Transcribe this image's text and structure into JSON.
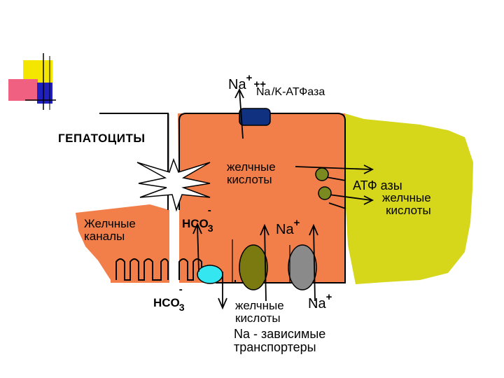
{
  "labels": {
    "hepatocytes": "ГЕПАТОЦИТЫ",
    "na_top": "Na",
    "plus": "+",
    "na_k_atpase_prefix": "Na",
    "na_k_atpase_suffix": "/K-АТФаза",
    "bile_acids_cell_1": "желчные",
    "bile_acids_cell_2": "кислоты",
    "atpases": "АТФ азы",
    "bile_acids_blood_1": "желчные",
    "bile_acids_blood_2": "кислоты",
    "bile_canals_1": "Желчные",
    "bile_canals_2": "каналы",
    "hco_cell": "HCO",
    "hco_out": "HCO",
    "minus": "-",
    "three": "3",
    "na_mid": "Na",
    "bile_acids_bottom_1": "желчные",
    "bile_acids_bottom_2": "кислоты",
    "na_bottom": "Na",
    "na_dependent_1": "Na - зависимые",
    "na_dependent_2": "транспортеры"
  },
  "colors": {
    "cell": "#f27f4a",
    "blood": "#d6d61a",
    "pump": "#103080",
    "hco_transporter": "#33e6f0",
    "olive_transporter": "#7a7a10",
    "gray_transporter": "#8a8a8a",
    "small_circle": "#7a8a20",
    "logo_yellow": "#f5e600",
    "logo_red": "#f06080",
    "logo_blue": "#2020c0"
  }
}
